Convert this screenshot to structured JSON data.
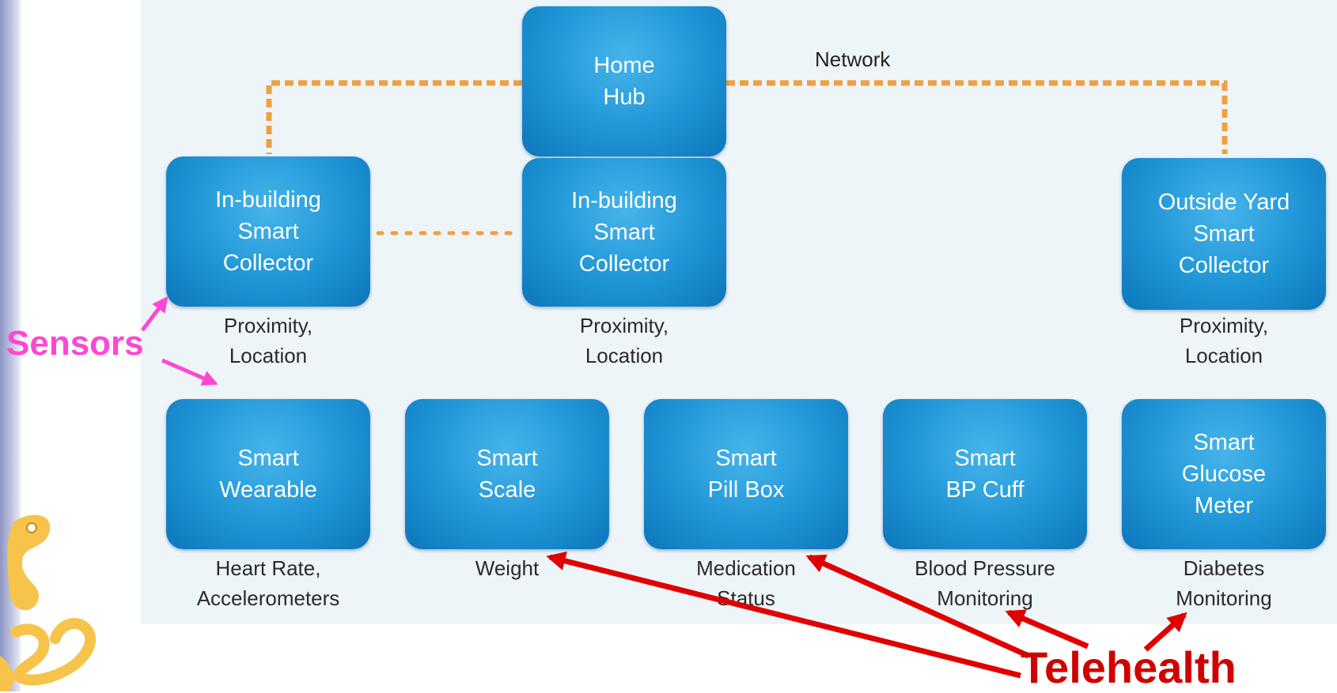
{
  "network_label": "Network",
  "nodes": {
    "home_hub": "Home\nHub",
    "collector_left": "In-building\nSmart\nCollector",
    "collector_center": "In-building\nSmart\nCollector",
    "collector_right": "Outside Yard\nSmart\nCollector",
    "wearable": "Smart\nWearable",
    "scale": "Smart\nScale",
    "pill_box": "Smart\nPill Box",
    "bp_cuff": "Smart\nBP Cuff",
    "glucose": "Smart\nGlucose\nMeter"
  },
  "captions": {
    "collector_left": "Proximity,\nLocation",
    "collector_center": "Proximity,\nLocation",
    "collector_right": "Proximity,\nLocation",
    "wearable": "Heart Rate,\nAccelerometers",
    "scale": "Weight",
    "pill_box": "Medication\nStatus",
    "bp_cuff": "Blood Pressure\nMonitoring",
    "glucose": "Diabetes\nMonitoring"
  },
  "annotations": {
    "sensors": "Sensors",
    "telehealth": "Telehealth"
  },
  "colors": {
    "node": "#1f95d6",
    "network_line": "#f0a040",
    "sensors": "#ff46d4",
    "telehealth": "#d00000"
  }
}
